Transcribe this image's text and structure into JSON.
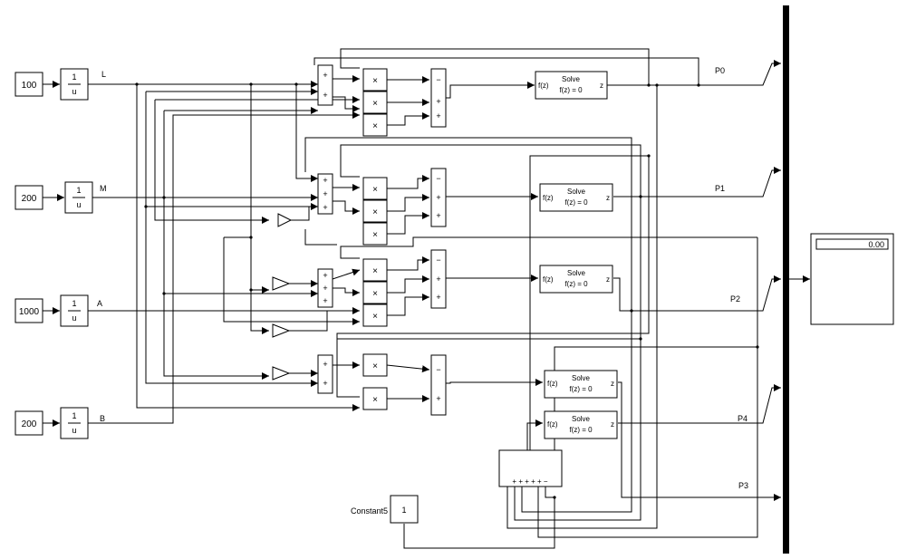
{
  "diagram": {
    "constants": [
      {
        "id": "const-L",
        "value": "100"
      },
      {
        "id": "const-M",
        "value": "200"
      },
      {
        "id": "const-A",
        "value": "1000"
      },
      {
        "id": "const-B",
        "value": "200"
      }
    ],
    "reciprocal": {
      "numerator": "1",
      "denominator": "u"
    },
    "signals": {
      "L": "L",
      "M": "M",
      "A": "A",
      "B": "B"
    },
    "outputs": {
      "P0": "P0",
      "P1": "P1",
      "P2": "P2",
      "P3": "P3",
      "P4": "P4"
    },
    "solve": {
      "title": "Solve",
      "fz": "f(z)",
      "eq": "f(z) = 0",
      "z": "z"
    },
    "multiply_symbol": "×",
    "plus": "+",
    "minus": "−",
    "constant5": {
      "label": "Constant5",
      "value": "1"
    },
    "display_value": "0.00",
    "sum_bottom_signs": "+ + + + + −"
  }
}
